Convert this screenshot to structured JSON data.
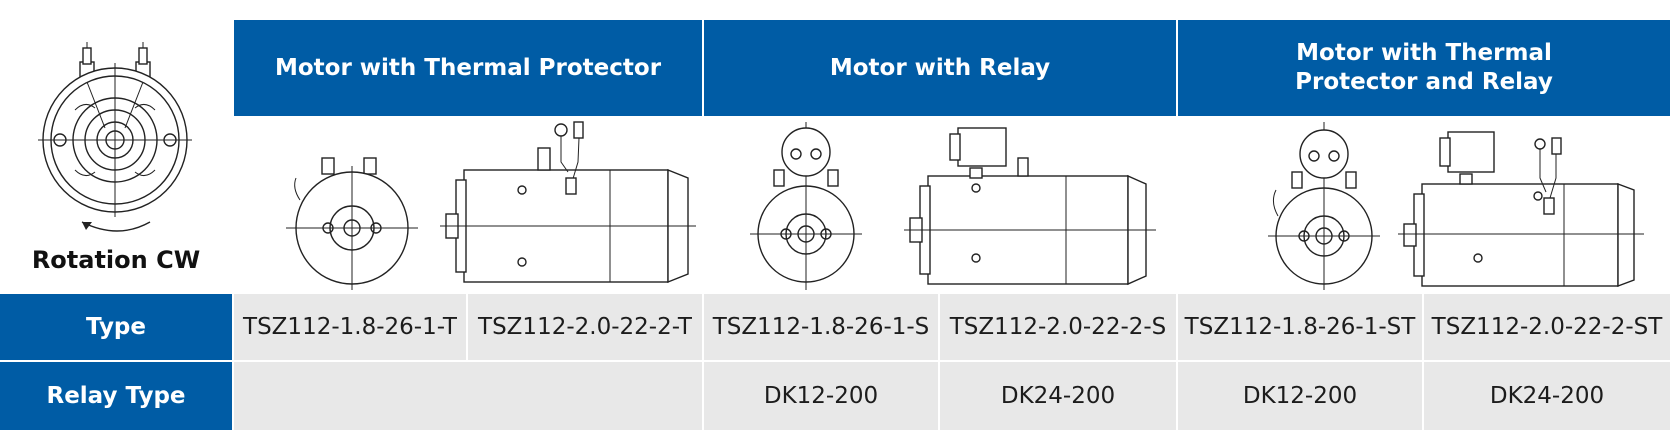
{
  "rotation_label": "Rotation CW",
  "headers": [
    "Motor with Thermal Protector",
    "Motor with Relay",
    "Motor with Thermal Protector and Relay"
  ],
  "rows": {
    "type": {
      "label": "Type",
      "values": [
        "TSZ112-1.8-26-1-T",
        "TSZ112-2.0-22-2-T",
        "TSZ112-1.8-26-1-S",
        "TSZ112-2.0-22-2-S",
        "TSZ112-1.8-26-1-ST",
        "TSZ112-2.0-22-2-ST"
      ]
    },
    "relay_type": {
      "label": "Relay Type",
      "values": [
        "",
        "DK12-200",
        "DK24-200",
        "DK12-200",
        "DK24-200"
      ]
    }
  },
  "colors": {
    "header_bg": "#005ca5",
    "header_text": "#ffffff",
    "cell_bg": "#e8e8e8",
    "cell_text": "#1c1c1c"
  }
}
